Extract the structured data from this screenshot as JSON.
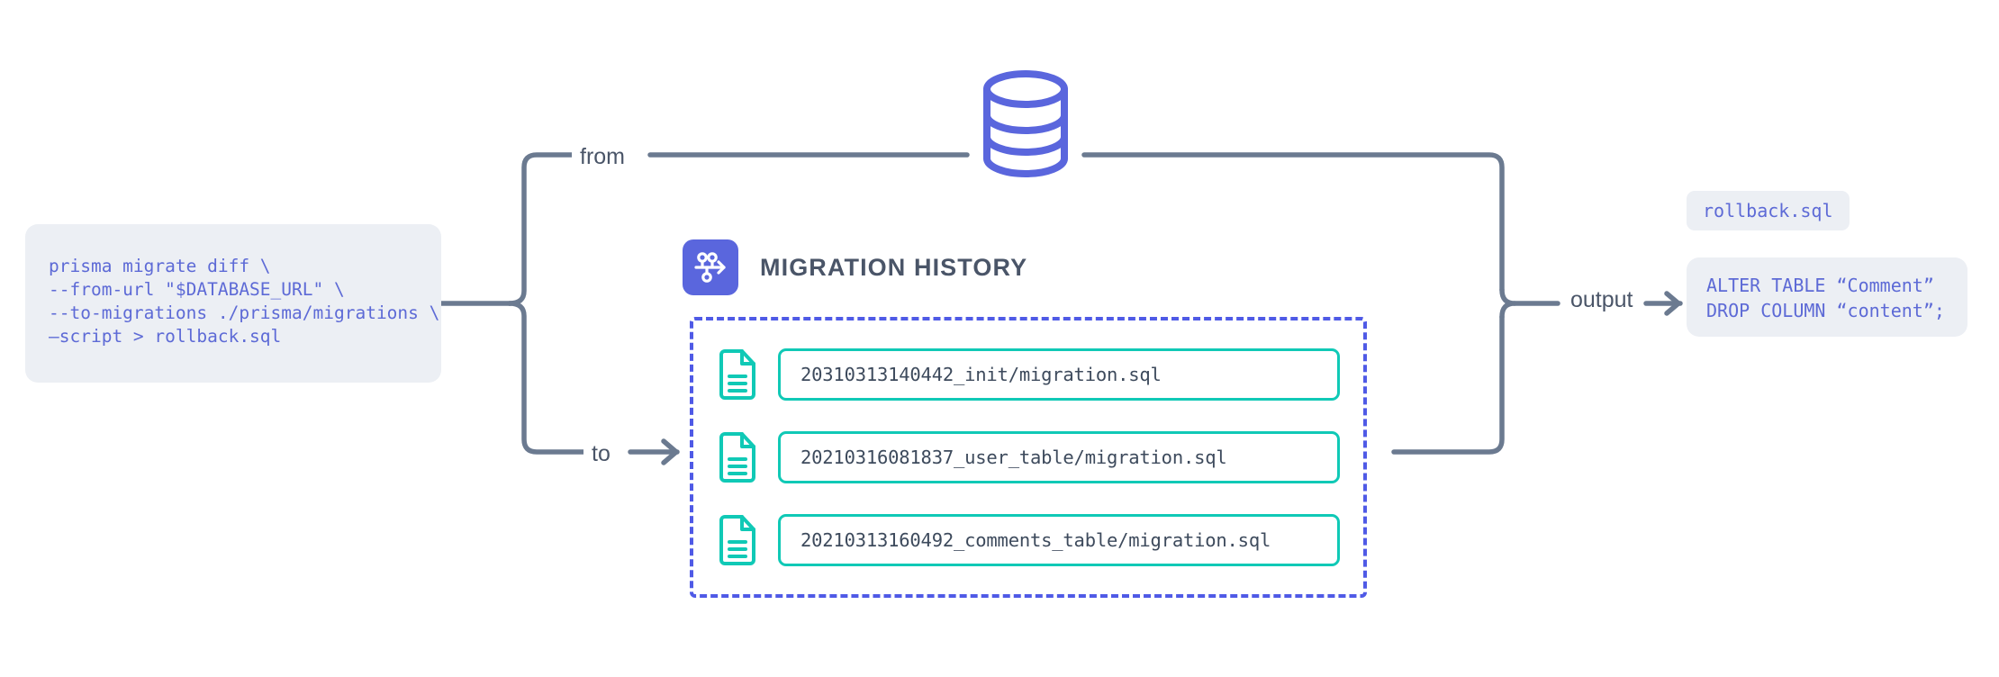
{
  "diagram": {
    "title": "Prisma migrate diff rollback flow",
    "colors": {
      "wire": "#6b7a90",
      "indigo": "#5a66dd",
      "indigo_text": "#5d6ad6",
      "dashed_border": "#4f5ae6",
      "teal": "#10c9b6",
      "slate_text": "#4a5568",
      "mono_text": "#3d4a5c",
      "panel_bg": "#eceff4",
      "page_bg": "#ffffff"
    }
  },
  "command": {
    "name": "prisma-migrate-diff-command",
    "lines": [
      "prisma migrate diff \\",
      "--from-url \"$DATABASE_URL\" \\",
      "--to-migrations ./prisma/migrations \\",
      "–script > rollback.sql"
    ]
  },
  "connectors": {
    "from_label": "from",
    "to_label": "to",
    "output_label": "output"
  },
  "database": {
    "icon": "database-cylinder-icon",
    "label": ""
  },
  "migration_history": {
    "icon": "migration-branch-icon",
    "title": "MIGRATION HISTORY",
    "files": [
      {
        "icon": "file-document-icon",
        "name": "20310313140442_init/migration.sql"
      },
      {
        "icon": "file-document-icon",
        "name": "20210316081837_user_table/migration.sql"
      },
      {
        "icon": "file-document-icon",
        "name": "20210313160492_comments_table/migration.sql"
      }
    ]
  },
  "output": {
    "file_badge": "rollback.sql",
    "sql_lines": [
      "ALTER TABLE “Comment”",
      "DROP COLUMN “content”;"
    ]
  }
}
